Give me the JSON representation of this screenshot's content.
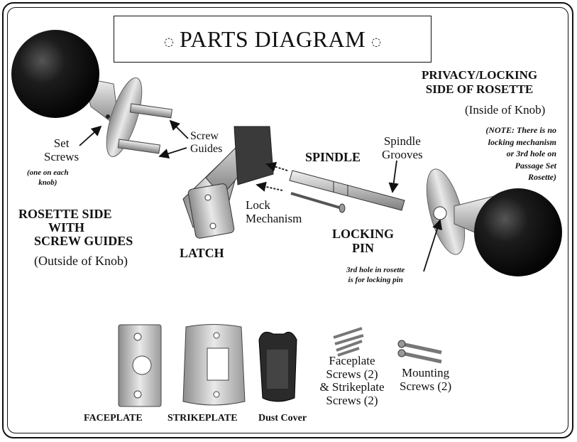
{
  "title": "PARTS DIAGRAM",
  "title_ornament": "◌",
  "labels": {
    "set_screws": [
      "Set",
      "Screws"
    ],
    "set_screws_note": [
      "(one on each",
      "knob)"
    ],
    "screw_guides": [
      "Screw",
      "Guides"
    ],
    "rosette_side": [
      "ROSETTE SIDE",
      "WITH",
      "SCREW GUIDES"
    ],
    "outside_of_knob": "(Outside of Knob)",
    "latch": "LATCH",
    "lock_mechanism": [
      "Lock",
      "Mechanism"
    ],
    "spindle": "SPINDLE",
    "spindle_grooves": [
      "Spindle",
      "Grooves"
    ],
    "locking_pin": [
      "LOCKING",
      "PIN"
    ],
    "third_hole_note": [
      "3rd hole in rosette",
      "is for locking pin"
    ],
    "privacy_side": [
      "PRIVACY/LOCKING",
      "SIDE OF ROSETTE"
    ],
    "inside_of_knob": "(Inside of Knob)",
    "note": [
      "(NOTE: There is no",
      "locking mechanism",
      "or 3rd hole on",
      "Passage Set",
      "Rosette)"
    ],
    "faceplate": "FACEPLATE",
    "strikeplate": "STRIKEPLATE",
    "dust_cover": "Dust Cover",
    "faceplate_screws": [
      "Faceplate",
      "Screws (2)",
      "& Strikeplate",
      "Screws (2)"
    ],
    "mounting_screws": [
      "Mounting",
      "Screws (2)"
    ]
  },
  "colors": {
    "ink": "#111111",
    "knob": "#1a1a1a",
    "metal": "#c9c9c9",
    "metal_dark": "#8a8a8a",
    "dust_cover": "#2a2a2a"
  }
}
